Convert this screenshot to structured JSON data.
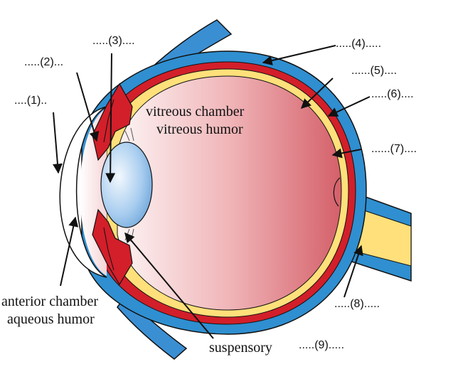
{
  "diagram": {
    "labels": {
      "l1": "....(1)..",
      "l2": ".....(2)...",
      "l3": ".....(3)....",
      "l4": ".....(4).....",
      "l5": "......(5)....",
      "l6": ".....(6)....",
      "l7": "......(7)....",
      "l8": ".....(8).....",
      "l9": ".....(9)....."
    },
    "regions": {
      "vitreous_line1": "vitreous chamber",
      "vitreous_line2": "vitreous humor",
      "anterior_line1": "anterior chamber",
      "anterior_line2": "aqueous humor",
      "suspensory": "suspensory"
    },
    "colors": {
      "sclera": "#2f8fd0",
      "choroid": "#d21f2a",
      "retina": "#ffe07a",
      "vitreous_light": "#fbecec",
      "vitreous_dark": "#d86a72",
      "lens": "#9ec8ee",
      "muscle": "#3a8fd3",
      "outline": "#111111"
    }
  }
}
